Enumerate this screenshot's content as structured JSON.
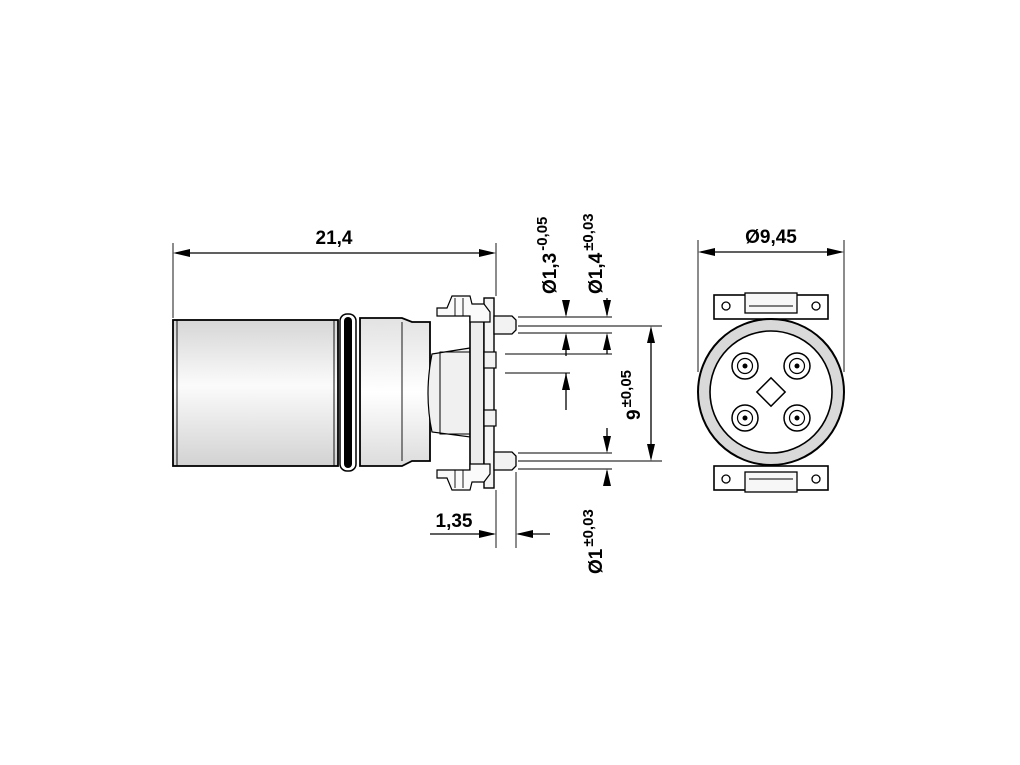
{
  "dimensions": {
    "overall_length": "21,4",
    "flange_thickness": "1,35",
    "outer_diameter": "Ø9,45",
    "pin_pitch": {
      "base": "9",
      "tol": "±0,05"
    },
    "hole_a": {
      "base": "Ø1,3",
      "tol": "-0,05"
    },
    "hole_b": {
      "base": "Ø1,4",
      "tol": "±0,03"
    },
    "pin_diameter": {
      "base": "Ø1",
      "tol": "±0,03"
    }
  }
}
